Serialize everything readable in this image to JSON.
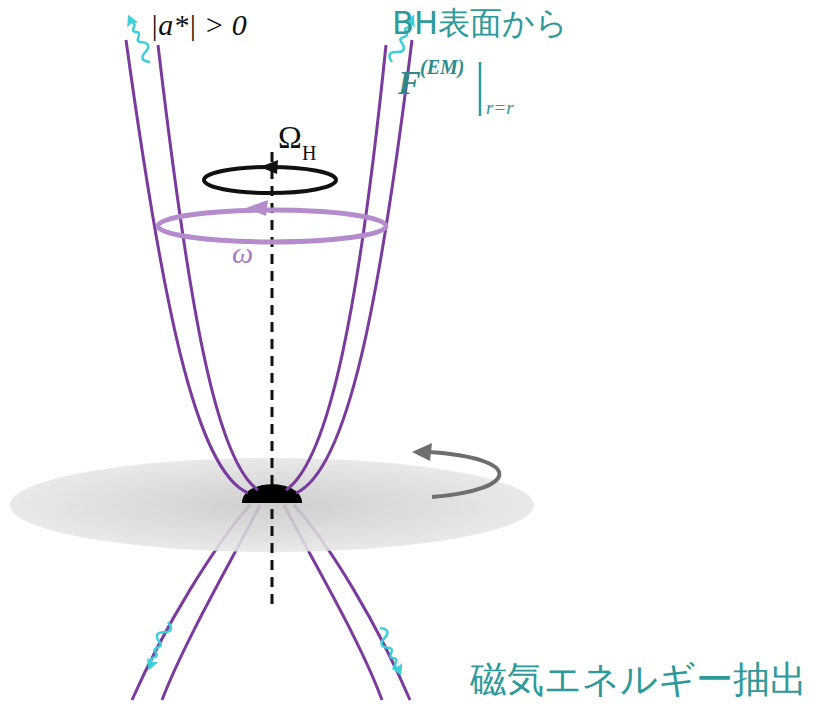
{
  "diagram": {
    "labels": [
      "|a*| > 0",
      "BH表面から",
      "F",
      "(EM)",
      "r=r",
      "Ω",
      "H",
      "ω",
      "磁気エネルギー抽出"
    ]
  }
}
